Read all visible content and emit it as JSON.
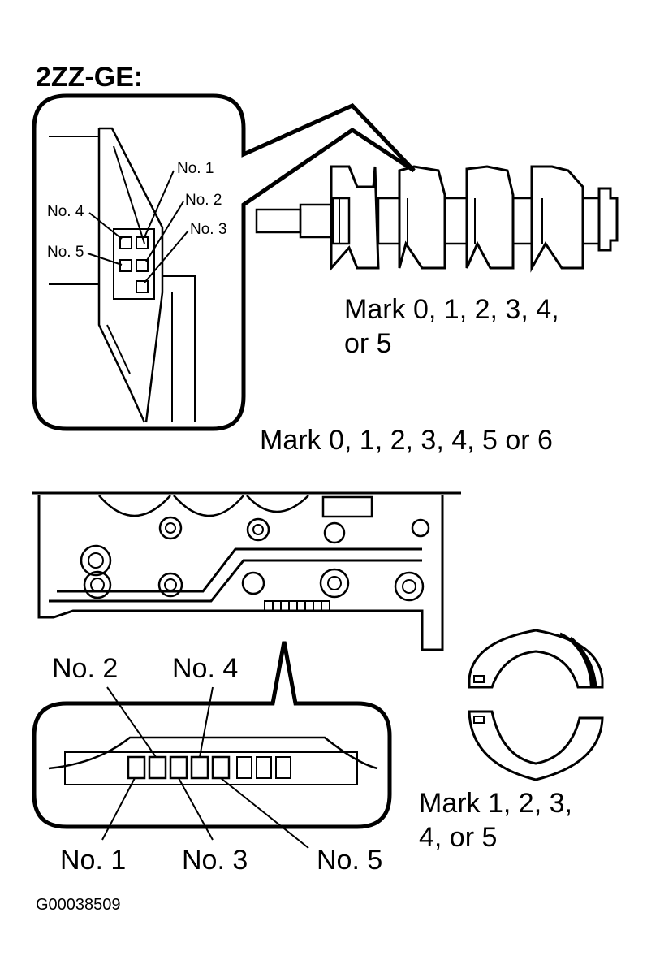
{
  "title": "2ZZ-GE:",
  "crankshaft_detail": {
    "no1": "No. 1",
    "no2": "No. 2",
    "no3": "No. 3",
    "no4": "No. 4",
    "no5": "No. 5"
  },
  "crankshaft_mark_line1": "Mark 0, 1, 2, 3, 4,",
  "crankshaft_mark_line2": "or 5",
  "block_mark": "Mark 0, 1, 2, 3, 4, 5 or 6",
  "block_detail": {
    "no1": "No. 1",
    "no2": "No. 2",
    "no3": "No. 3",
    "no4": "No. 4",
    "no5": "No. 5"
  },
  "bearing_mark_line1": "Mark 1, 2, 3,",
  "bearing_mark_line2": "4, or 5",
  "figure_code": "G00038509"
}
